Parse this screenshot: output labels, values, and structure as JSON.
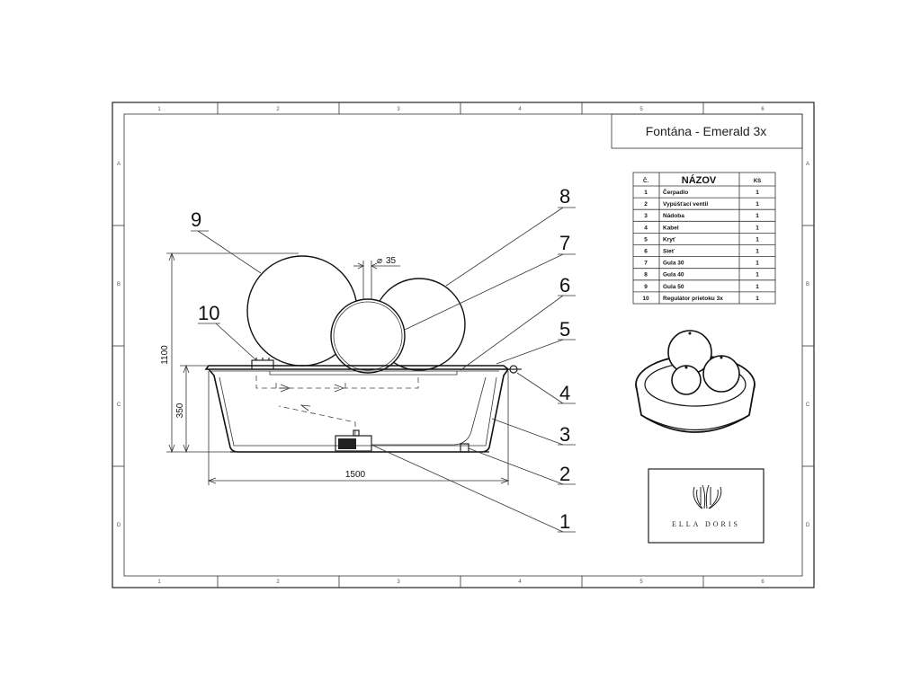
{
  "title": "Fontána - Emerald 3x",
  "zones": {
    "columns": [
      "1",
      "2",
      "3",
      "4",
      "5",
      "6"
    ],
    "rows": [
      "A",
      "B",
      "C",
      "D"
    ]
  },
  "parts_table": {
    "headers": {
      "no": "Č.",
      "name": "NÁZOV",
      "qty": "KS"
    },
    "rows": [
      {
        "no": "1",
        "name": "Čerpadlo",
        "qty": "1"
      },
      {
        "no": "2",
        "name": "Vypúšťací ventil",
        "qty": "1"
      },
      {
        "no": "3",
        "name": "Nádoba",
        "qty": "1"
      },
      {
        "no": "4",
        "name": "Kabel",
        "qty": "1"
      },
      {
        "no": "5",
        "name": "Kryť",
        "qty": "1"
      },
      {
        "no": "6",
        "name": "Sieť",
        "qty": "1"
      },
      {
        "no": "7",
        "name": "Gula 30",
        "qty": "1"
      },
      {
        "no": "8",
        "name": "Gula 40",
        "qty": "1"
      },
      {
        "no": "9",
        "name": "Gula 50",
        "qty": "1"
      },
      {
        "no": "10",
        "name": "Regulátor prietoku 3x",
        "qty": "1"
      }
    ]
  },
  "dimensions": {
    "height_total": "1100",
    "height_basin": "350",
    "width": "1500",
    "diameter": "35",
    "diameter_symbol": "⌀"
  },
  "callouts": [
    "1",
    "2",
    "3",
    "4",
    "5",
    "6",
    "7",
    "8",
    "9",
    "10"
  ],
  "logo": {
    "text": "ELLA DORIS"
  }
}
